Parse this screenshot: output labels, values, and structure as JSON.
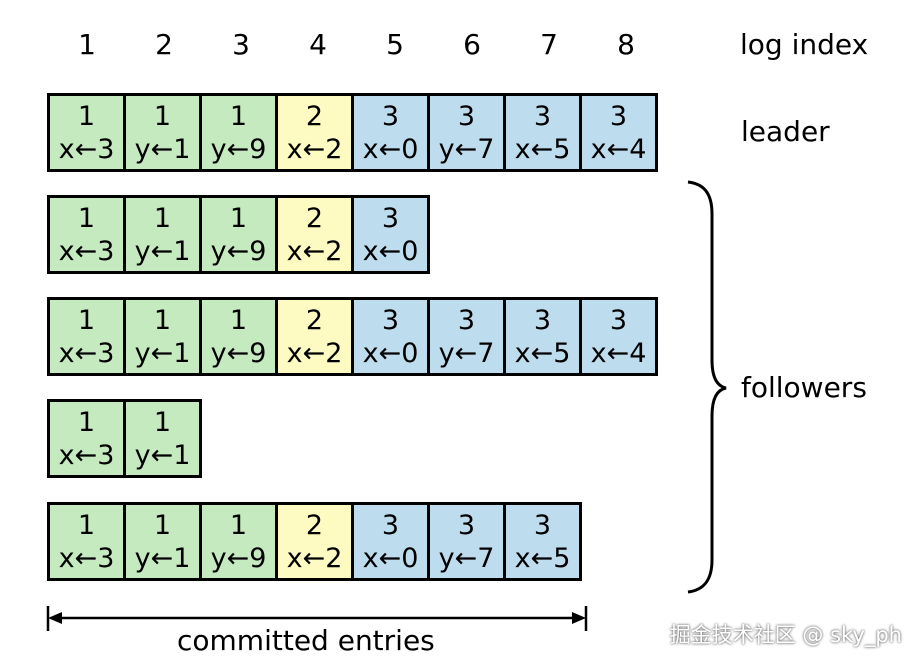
{
  "header": {
    "indices": [
      "1",
      "2",
      "3",
      "4",
      "5",
      "6",
      "7",
      "8"
    ],
    "log_index_label": "log index"
  },
  "labels": {
    "leader": "leader",
    "followers": "followers",
    "committed": "committed entries"
  },
  "colors": {
    "term1": "#c6eabf",
    "term2": "#fdfbc1",
    "term3": "#bddcee"
  },
  "logs": [
    {
      "role": "leader",
      "entries": [
        {
          "term": "1",
          "cmd": "x←3"
        },
        {
          "term": "1",
          "cmd": "y←1"
        },
        {
          "term": "1",
          "cmd": "y←9"
        },
        {
          "term": "2",
          "cmd": "x←2"
        },
        {
          "term": "3",
          "cmd": "x←0"
        },
        {
          "term": "3",
          "cmd": "y←7"
        },
        {
          "term": "3",
          "cmd": "x←5"
        },
        {
          "term": "3",
          "cmd": "x←4"
        }
      ]
    },
    {
      "role": "follower",
      "entries": [
        {
          "term": "1",
          "cmd": "x←3"
        },
        {
          "term": "1",
          "cmd": "y←1"
        },
        {
          "term": "1",
          "cmd": "y←9"
        },
        {
          "term": "2",
          "cmd": "x←2"
        },
        {
          "term": "3",
          "cmd": "x←0"
        }
      ]
    },
    {
      "role": "follower",
      "entries": [
        {
          "term": "1",
          "cmd": "x←3"
        },
        {
          "term": "1",
          "cmd": "y←1"
        },
        {
          "term": "1",
          "cmd": "y←9"
        },
        {
          "term": "2",
          "cmd": "x←2"
        },
        {
          "term": "3",
          "cmd": "x←0"
        },
        {
          "term": "3",
          "cmd": "y←7"
        },
        {
          "term": "3",
          "cmd": "x←5"
        },
        {
          "term": "3",
          "cmd": "x←4"
        }
      ]
    },
    {
      "role": "follower",
      "entries": [
        {
          "term": "1",
          "cmd": "x←3"
        },
        {
          "term": "1",
          "cmd": "y←1"
        }
      ]
    },
    {
      "role": "follower",
      "entries": [
        {
          "term": "1",
          "cmd": "x←3"
        },
        {
          "term": "1",
          "cmd": "y←1"
        },
        {
          "term": "1",
          "cmd": "y←9"
        },
        {
          "term": "2",
          "cmd": "x←2"
        },
        {
          "term": "3",
          "cmd": "x←0"
        },
        {
          "term": "3",
          "cmd": "y←7"
        },
        {
          "term": "3",
          "cmd": "x←5"
        }
      ]
    }
  ],
  "committed_count": 7,
  "watermark": "掘金技术社区 @ sky_ph"
}
